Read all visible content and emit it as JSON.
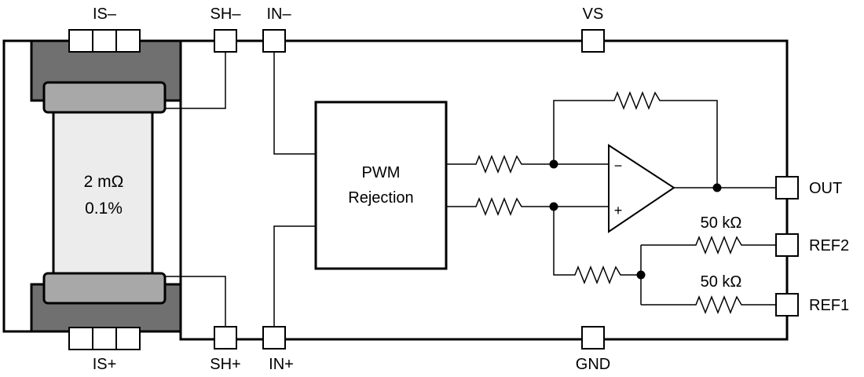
{
  "pins": {
    "is_minus": "IS–",
    "sh_minus": "SH–",
    "in_minus": "IN–",
    "vs": "VS",
    "is_plus": "IS+",
    "sh_plus": "SH+",
    "in_plus": "IN+",
    "gnd": "GND",
    "out": "OUT",
    "ref2": "REF2",
    "ref1": "REF1"
  },
  "shunt": {
    "resistance": "2 mΩ",
    "tolerance": "0.1%"
  },
  "blocks": {
    "pwm_line1": "PWM",
    "pwm_line2": "Rejection"
  },
  "opamp": {
    "minus_sign": "−",
    "plus_sign": "+"
  },
  "resistors": {
    "ref2_value": "50 kΩ",
    "ref1_value": "50 kΩ"
  },
  "colors": {
    "shunt_dark": "#707070",
    "shunt_mid": "#a8a8a8",
    "shunt_light": "#ececec",
    "line": "#000000"
  }
}
